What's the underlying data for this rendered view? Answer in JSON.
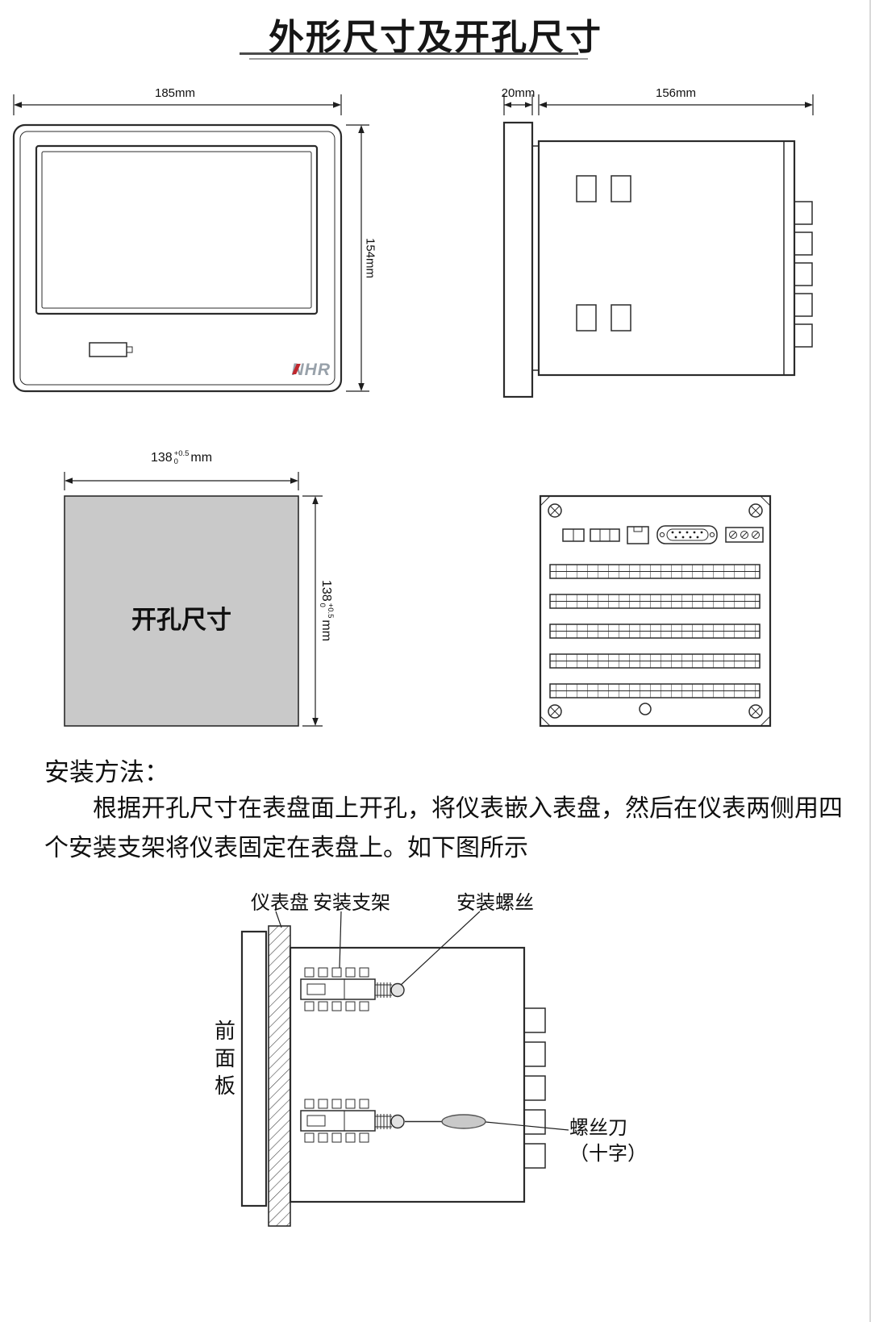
{
  "page": {
    "title": "外形尺寸及开孔尺寸"
  },
  "front_view": {
    "width_dim": "185mm",
    "height_dim": "154mm",
    "logo": "NHR"
  },
  "side_view": {
    "bezel_dim": "20mm",
    "depth_dim": "156mm"
  },
  "cutout_view": {
    "label": "开孔尺寸",
    "width_dim": {
      "base": "138",
      "sup": "+0.5",
      "sub": "0",
      "unit": "mm"
    },
    "height_dim": {
      "base": "138",
      "sup": "+0.5",
      "sub": "0",
      "unit": "mm"
    }
  },
  "installation": {
    "heading": "安装方法：",
    "body": "根据开孔尺寸在表盘面上开孔，将仪表嵌入表盘，然后在仪表两侧用四个安装支架将仪表固定在表盘上。如下图所示",
    "labels": {
      "panel": "仪表盘",
      "bracket": "安装支架",
      "mount_screw": "安装螺丝",
      "front_panel": "前面板",
      "screwdriver": "螺丝刀",
      "screwdriver_type": "（十字）"
    }
  },
  "colors": {
    "line": "#2b2b2b",
    "cutout_fill": "#c9c9c9",
    "logo_gray": "#98a1aa",
    "logo_red": "#c0272d"
  }
}
